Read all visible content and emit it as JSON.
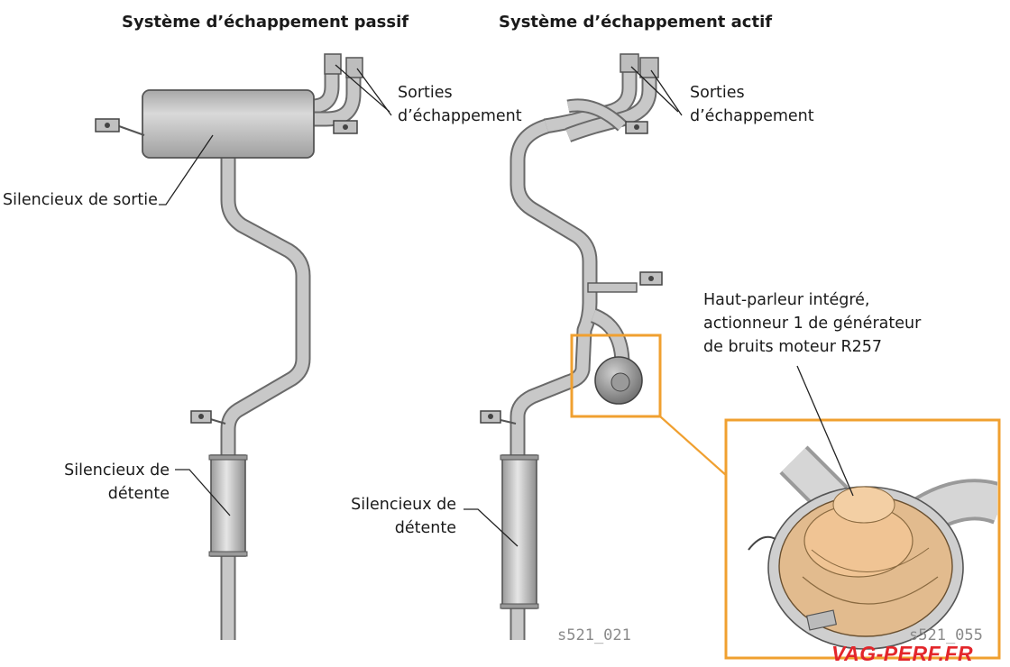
{
  "titles": {
    "passive": "Système d’échappement passif",
    "active": "Système d’échappement actif"
  },
  "passive_labels": {
    "tailpipes_1": "Sorties",
    "tailpipes_2": "d’échappement",
    "rear_silencer": "Silencieux de sortie",
    "expansion_1": "Silencieux de",
    "expansion_2": "détente"
  },
  "active_labels": {
    "tailpipes_1": "Sorties",
    "tailpipes_2": "d’échappement",
    "expansion_1": "Silencieux de",
    "expansion_2": "détente",
    "speaker_1": "Haut-parleur intégré,",
    "speaker_2": "actionneur 1 de générateur",
    "speaker_3": "de bruits moteur R257"
  },
  "figure_ids": {
    "left": "s521_021",
    "right": "s521_055"
  },
  "logo": "VAG-PERF.FR",
  "colors": {
    "highlight": "#f0a030",
    "pipe": "#b9b9b9",
    "outline": "#6a6a6a",
    "speaker": "#e8b478",
    "logo": "#e3262b"
  }
}
